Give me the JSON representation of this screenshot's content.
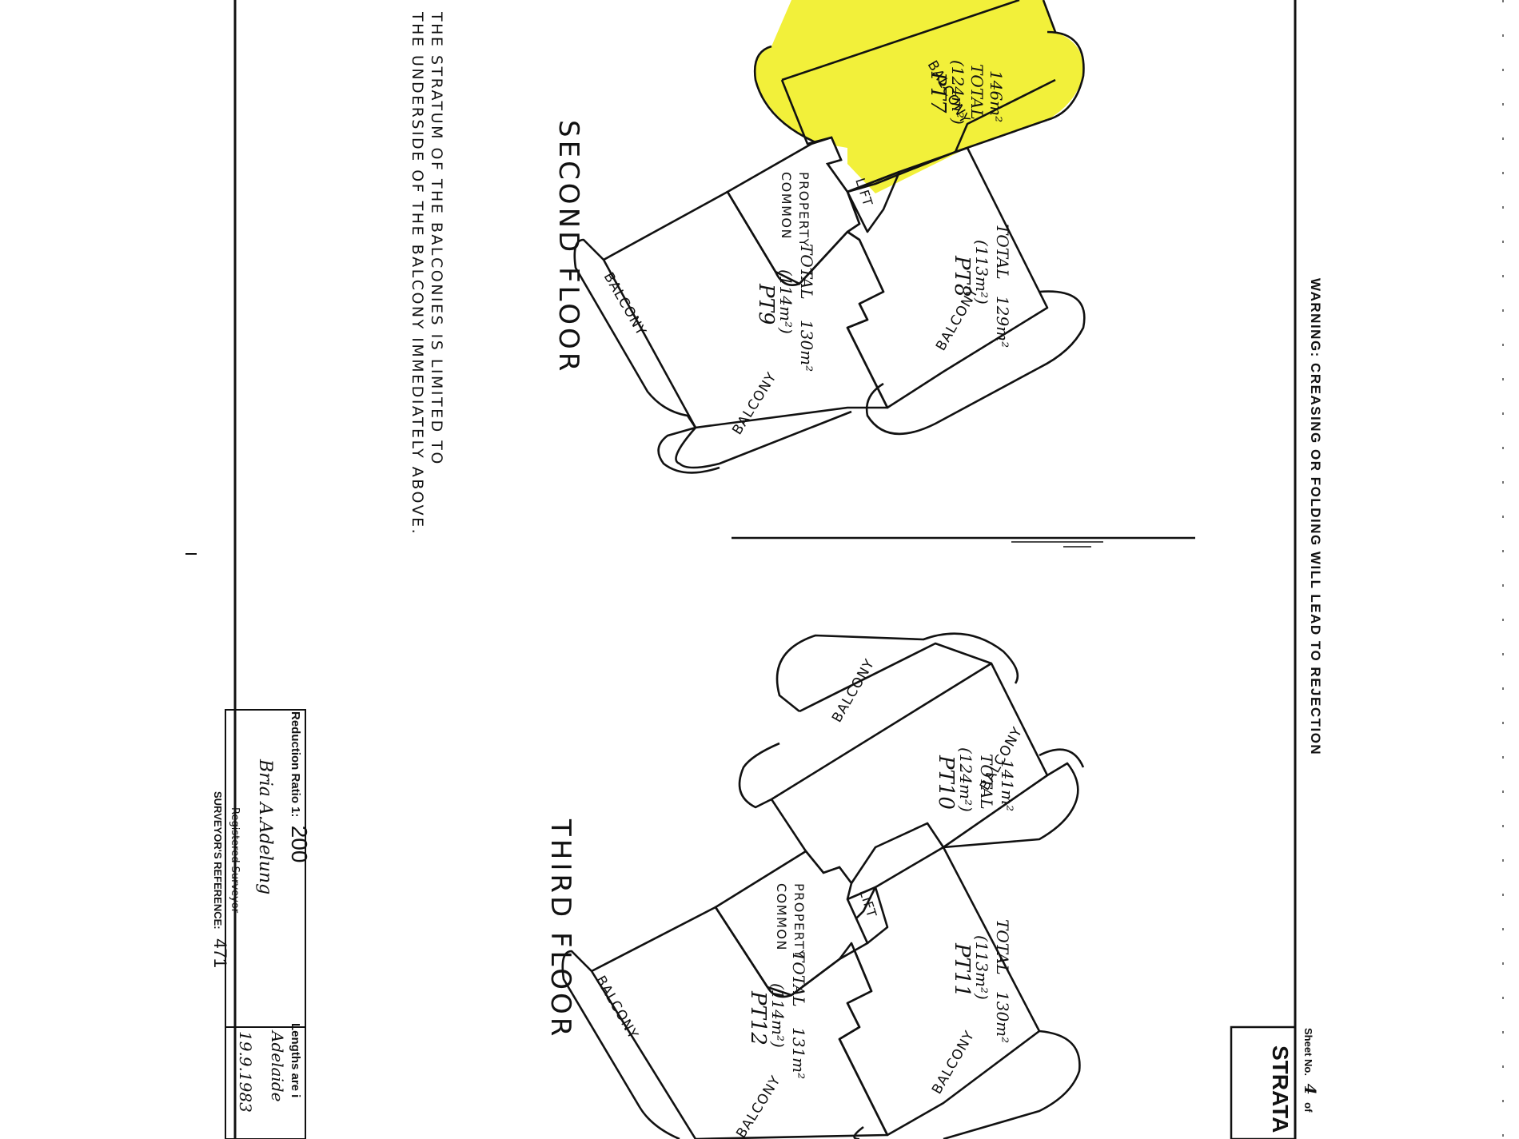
{
  "header": {
    "warning": "WARNING: CREASING OR FOLDING WILL LEAD TO REJECTION",
    "sheet_label": "Sheet No.",
    "sheet_number": "4",
    "sheet_of": "of",
    "title": "STRATA"
  },
  "note": {
    "line1": "THE STRATUM OF THE BALCONIES IS LIMITED TO",
    "line2": "THE UNDERSIDE OF THE BALCONY IMMEDIATELY ABOVE."
  },
  "floors": {
    "second": "SECOND FLOOR",
    "third": "THIRD FLOOR"
  },
  "labels": {
    "balcony": "BALCONY",
    "common_property_1": "COMMON",
    "common_property_2": "PROPERTY",
    "lift": "LIFT"
  },
  "lots": [
    {
      "id": "PT7",
      "area": "(124m²)",
      "total_label": "TOTAL",
      "total": "146m²"
    },
    {
      "id": "PT8",
      "area": "(113m²)",
      "total_label": "TOTAL",
      "total": "129m²"
    },
    {
      "id": "PT9",
      "area": "(114m²)",
      "total_label": "TOTAL",
      "total": "130m²"
    },
    {
      "id": "PT10",
      "area": "(124m²)",
      "total_label": "TOTAL",
      "total": "141m²"
    },
    {
      "id": "PT11",
      "area": "(113m²)",
      "total_label": "TOTAL",
      "total": "130m²"
    },
    {
      "id": "PT12",
      "area": "(114m²)",
      "total_label": "TOTAL",
      "total": "131m²"
    }
  ],
  "footer": {
    "lengths": "Lengths are i",
    "reduction_label": "Reduction Ratio 1:",
    "reduction_value": "200",
    "signature": "Bria A.Adelung",
    "surveyor_role": "Registered Surveyor",
    "date": "19.9.1983",
    "approval": "Adelaide",
    "reference_label": "SURVEYOR'S REFERENCE:",
    "reference_value": "471"
  },
  "colors": {
    "highlight": "#f2f03a",
    "ink": "#111111",
    "paper": "#ffffff"
  }
}
